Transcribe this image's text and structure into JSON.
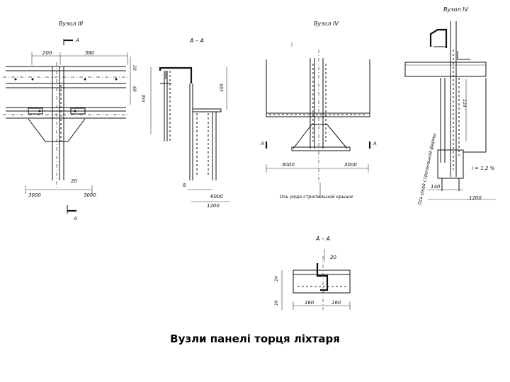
{
  "caption": "Вузли панелі торця ліхтаря",
  "labels": {
    "node3_title": "Вузол III",
    "node4a_title": "Вузол IV",
    "node4b_title": "Вузол IV",
    "section_aa_1": "А – А",
    "section_aa_2": "А – А",
    "cut_a_top": "А",
    "cut_a_bottom": "А",
    "cut_a_left": "А",
    "cut_a_right": "А",
    "dim_200": "200",
    "dim_580": "580",
    "dim_30": "30",
    "dim_60": "60",
    "dim_3000_l": "3000",
    "dim_20_a": "20",
    "dim_3000_r": "3000",
    "dim_550": "550",
    "dim_300": "300",
    "dim_8": "8",
    "dim_6000": "6000",
    "dim_1200_a": "1200",
    "dim_3000_c1": "3000",
    "dim_3000_c2": "3000",
    "axis_note": "Ось ряда стропильной крыши",
    "dim_120": "120",
    "slope": "i = 1,2 %",
    "dim_140": "140",
    "dim_1200_b": "1200",
    "vertical_note": "Ось ряда стропильной фермы",
    "dim_20_b": "20",
    "dim_24": "24",
    "dim_16": "16",
    "dim_160_l": "160",
    "dim_160_r": "160"
  }
}
